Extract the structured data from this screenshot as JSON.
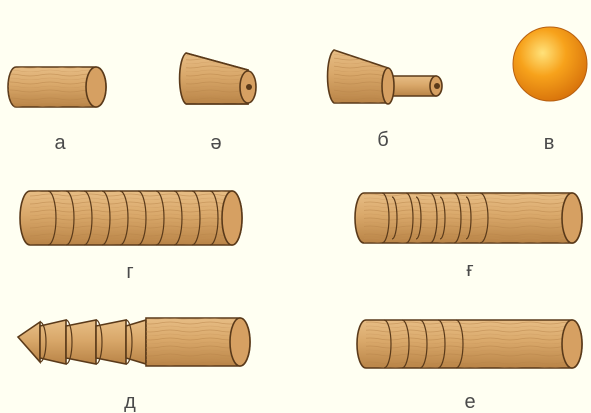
{
  "figures": [
    {
      "id": "a",
      "label": "а"
    },
    {
      "id": "schwa",
      "label": "ә"
    },
    {
      "id": "be",
      "label": "б"
    },
    {
      "id": "ve",
      "label": "в"
    },
    {
      "id": "ge",
      "label": "г"
    },
    {
      "id": "ghayn",
      "label": "ғ"
    },
    {
      "id": "de",
      "label": "д"
    },
    {
      "id": "ye",
      "label": "е"
    }
  ],
  "colors": {
    "wood": "#d9a86a",
    "wood_stroke": "#5a3a1a",
    "ball": "#f7a21b",
    "background": "#fffff2"
  }
}
